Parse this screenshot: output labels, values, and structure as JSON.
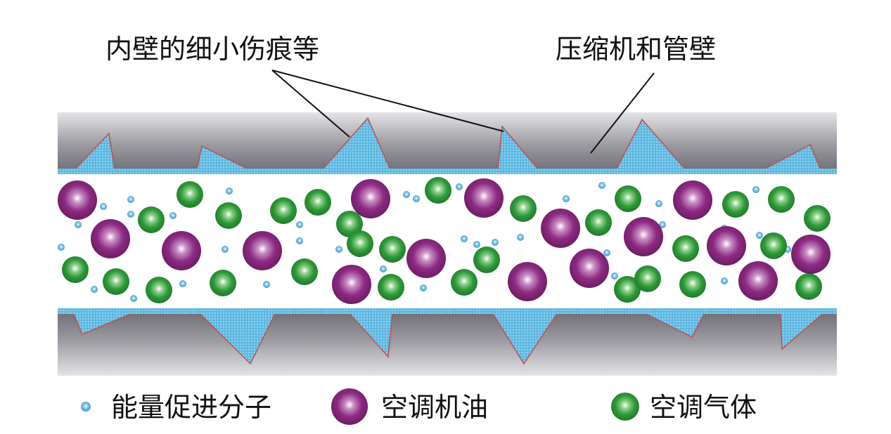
{
  "labels": {
    "defects": "内壁的细小伤痕等",
    "pipe_wall": "压缩机和管壁"
  },
  "legend": [
    {
      "type": "small-blue",
      "label": "能量促进分子"
    },
    {
      "type": "purple",
      "label": "空调机油"
    },
    {
      "type": "green",
      "label": "空调气体"
    }
  ],
  "colors": {
    "wall_gray": "#7a7a80",
    "wall_light": "#d6d6da",
    "coating_blue": "#57b3df",
    "scratch_red": "#c0504d",
    "oil_purple": "#8e2a83",
    "gas_green": "#2f9a3a",
    "molecule_blue": "#2fa3dc"
  }
}
